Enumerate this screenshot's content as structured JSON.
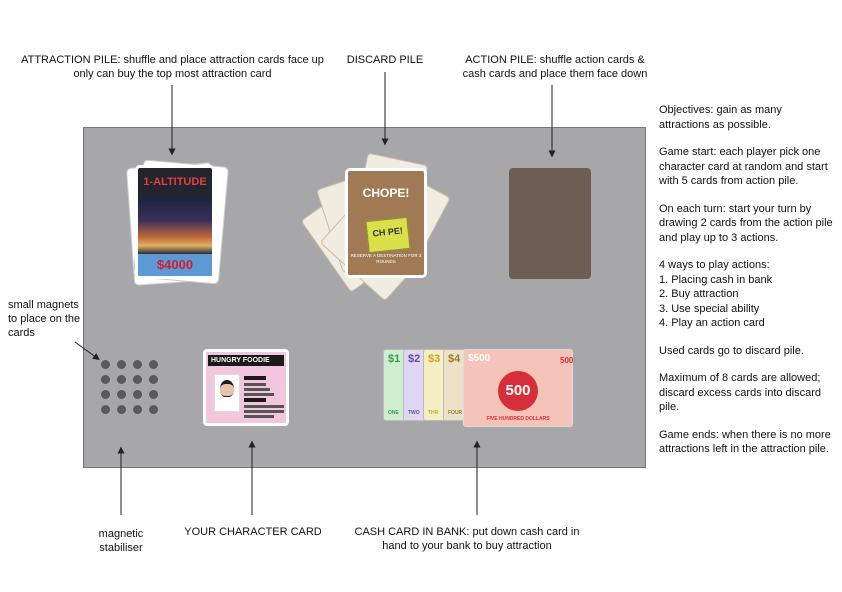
{
  "labels": {
    "attraction_pile": "ATTRACTION PILE: shuffle and place attraction cards face up only can buy the top most attraction card",
    "discard_pile": "DISCARD PILE",
    "action_pile": "ACTION PILE: shuffle action cards & cash cards and place them face down",
    "small_magnets": "small magnets to place on the cards",
    "magnetic_stabiliser": "magnetic stabiliser",
    "character_card": "YOUR CHARACTER CARD",
    "cash_card": "CASH CARD IN BANK: put down cash card in hand to your bank to buy attraction"
  },
  "instructions": {
    "objectives": "Objectives: gain as many attractions as possible.",
    "game_start": "Game start: each player pick one character card at random and start with 5 cards from action pile.",
    "each_turn": "On each turn: start your turn by drawing 2 cards from the action pile and play up to 3 actions.",
    "ways_title": "4 ways to play actions:",
    "ways": [
      "1. Placing cash in bank",
      "2. Buy attraction",
      "3. Use special ability",
      "4. Play an action card"
    ],
    "used_cards": "Used cards go to discard pile.",
    "maximum": "Maximum of 8 cards are allowed; discard excess cards into discard pile.",
    "game_ends": "Game ends: when there is no more attractions left in the attraction pile."
  },
  "attraction_card": {
    "title": "1-ALTITUDE",
    "price": "$4000"
  },
  "discard_card": {
    "title": "CHOPE!",
    "note": "CH PE!",
    "footer": "RESERVE A DESTINATION FOR 3 ROUNDS"
  },
  "character": {
    "name": "HUNGRY FOODIE"
  },
  "cash_cards": [
    {
      "value": "$1",
      "word": "ONE",
      "color": "#3a9a4a",
      "bg": "#cfeecf"
    },
    {
      "value": "$2",
      "word": "TWO",
      "color": "#6a4aa8",
      "bg": "#e0d8f2"
    },
    {
      "value": "$3",
      "word": "THR",
      "color": "#d8a020",
      "bg": "#f4eec4"
    },
    {
      "value": "$4",
      "word": "FOUR",
      "color": "#9a7a30",
      "bg": "#ece2c8"
    }
  ],
  "cash_front": {
    "value": "$500",
    "big": "500",
    "side": "500",
    "word": "FIVE HUNDRED DOLLARS"
  },
  "colors": {
    "board": "#a7a7a9",
    "action_pile": "#6b5e54",
    "cash_red": "#d62f3a"
  }
}
